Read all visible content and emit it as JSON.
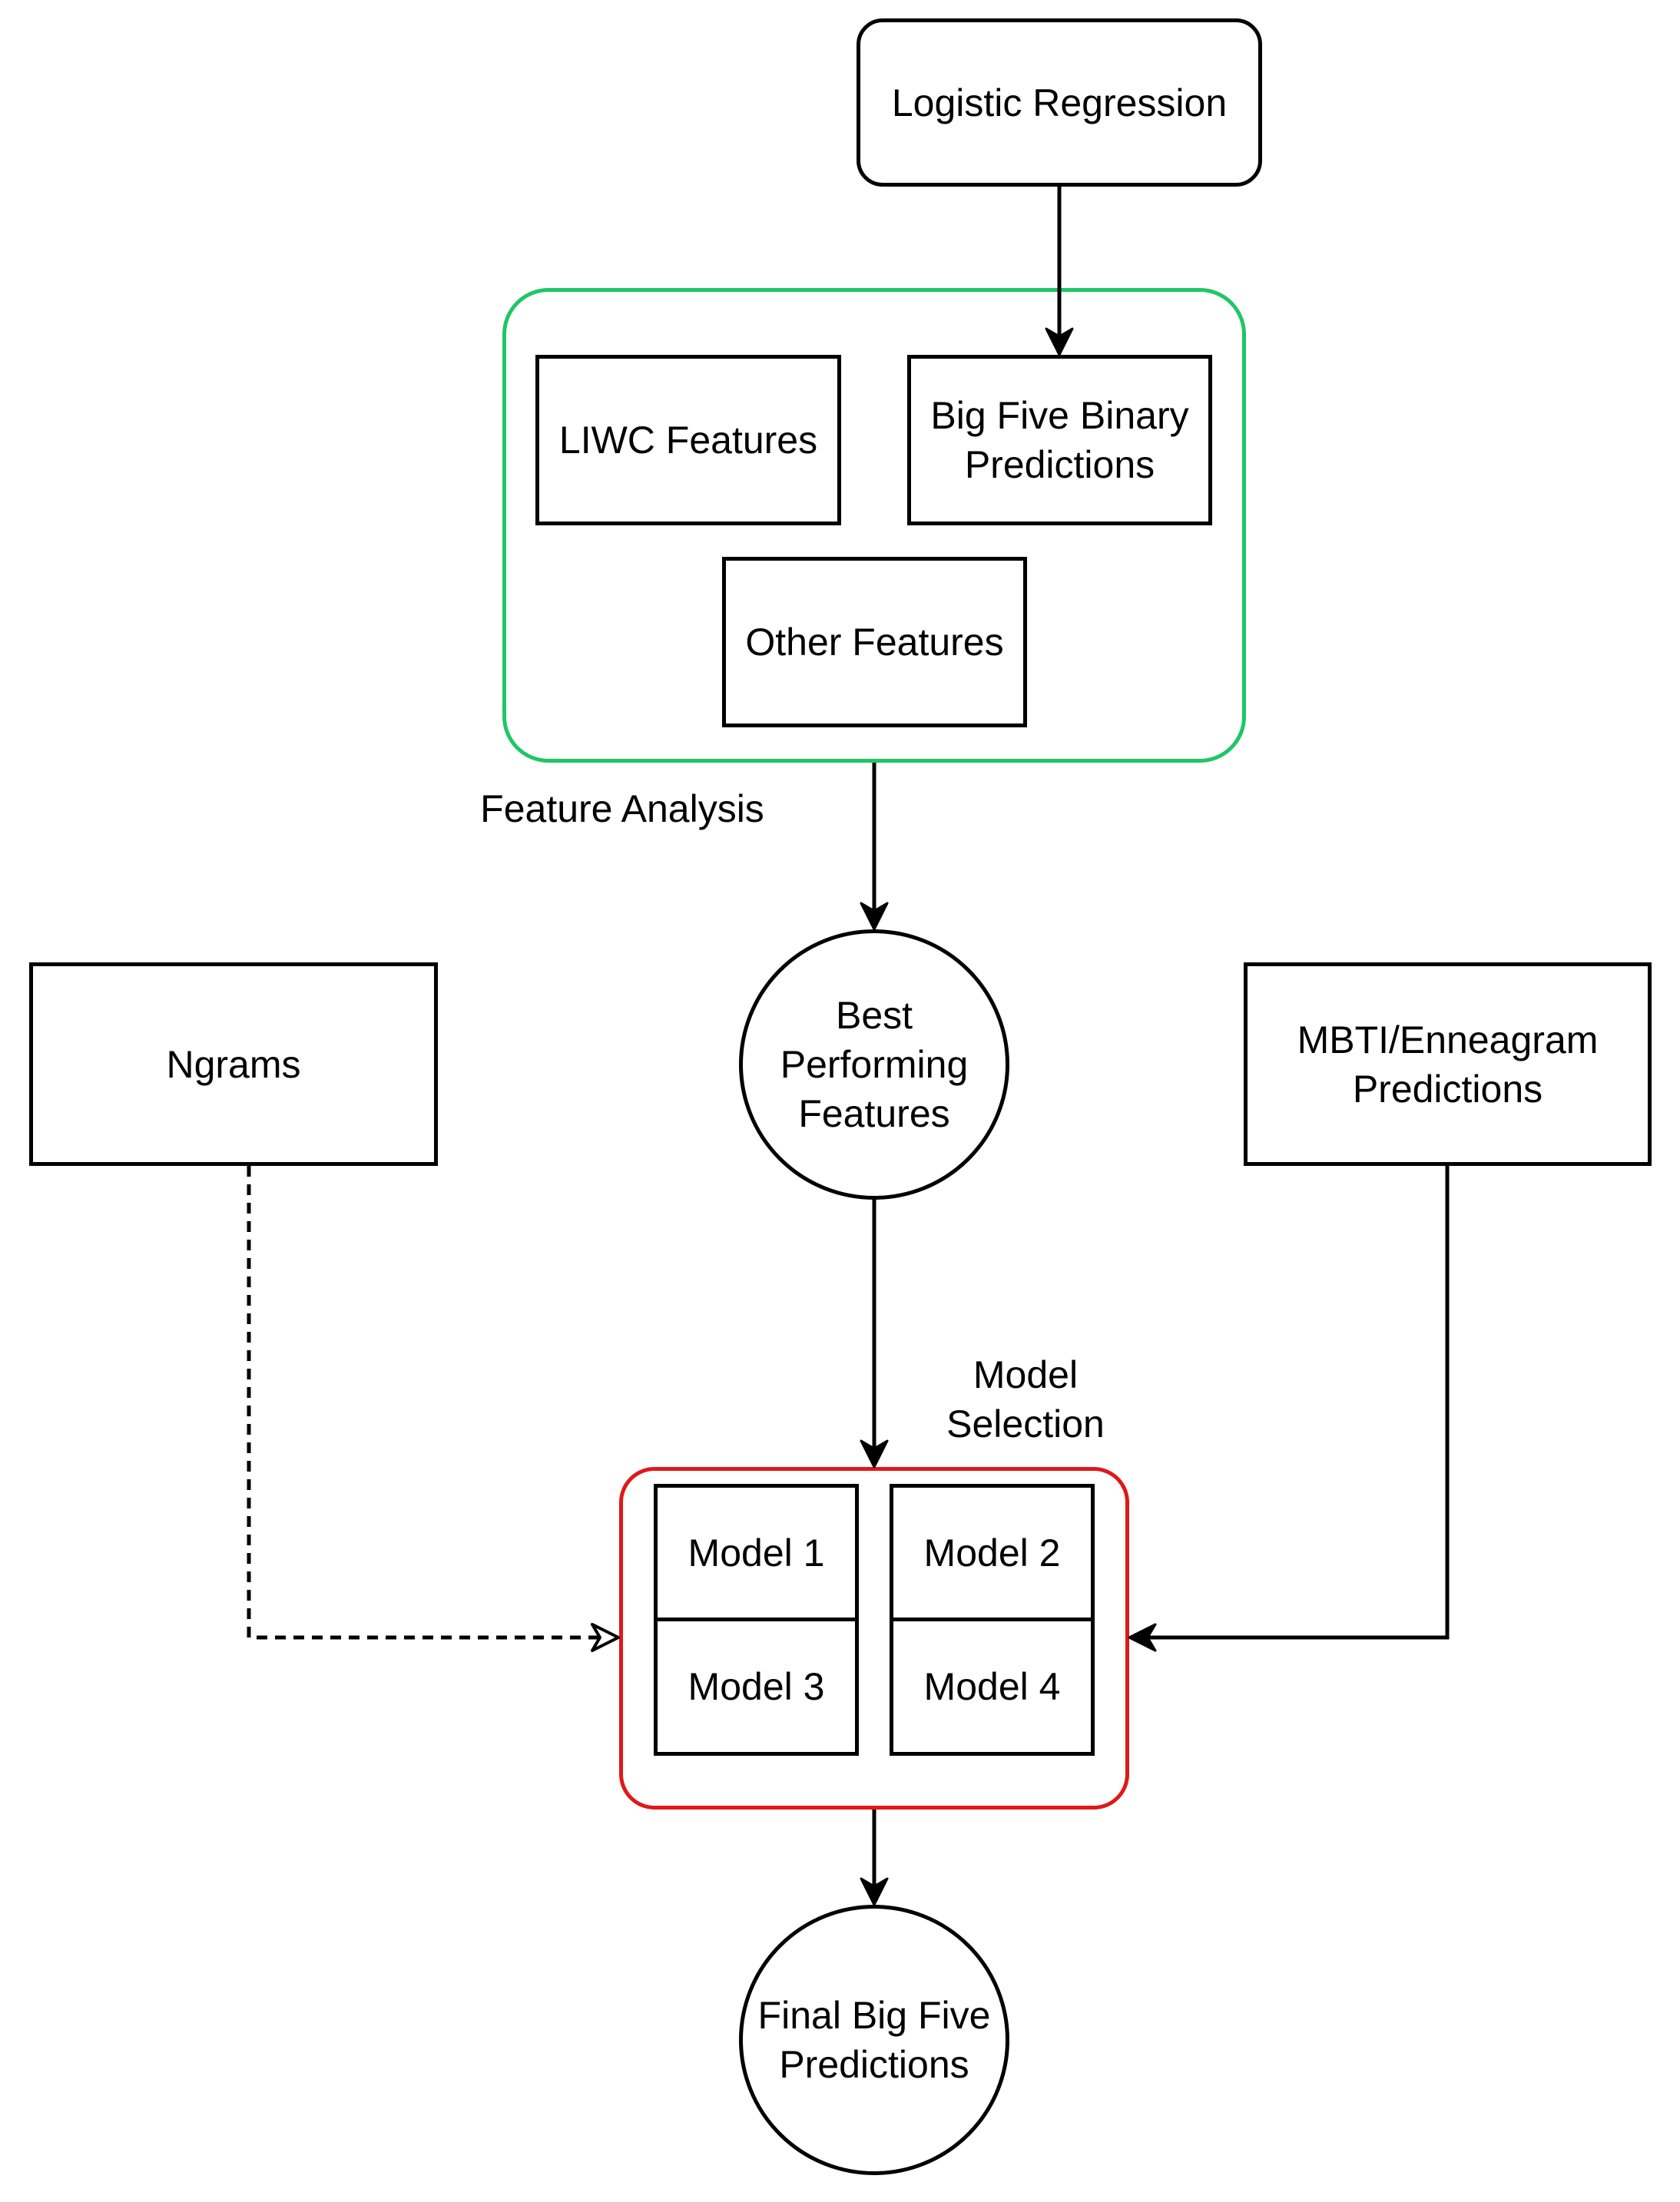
{
  "nodes": {
    "logistic_regression": "Logistic Regression",
    "liwc_features": "LIWC Features",
    "big_five_binary": "Big Five Binary\nPredictions",
    "other_features": "Other Features",
    "ngrams": "Ngrams",
    "best_performing": "Best\nPerforming\nFeatures",
    "mbti_enneagram": "MBTI/Enneagram\nPredictions",
    "model_1": "Model 1",
    "model_2": "Model 2",
    "model_3": "Model 3",
    "model_4": "Model 4",
    "final_predictions": "Final Big Five\nPredictions"
  },
  "labels": {
    "feature_analysis": "Feature Analysis",
    "model_selection": "Model\nSelection"
  },
  "colors": {
    "feature_group_border": "#1ec766",
    "model_group_border": "#e01818",
    "stroke": "#000000"
  },
  "edges": [
    {
      "from": "logistic_regression",
      "to": "big_five_binary",
      "style": "solid"
    },
    {
      "from": "feature_group",
      "to": "best_performing",
      "style": "solid"
    },
    {
      "from": "best_performing",
      "to": "model_group",
      "style": "solid"
    },
    {
      "from": "ngrams",
      "to": "model_group",
      "style": "dashed"
    },
    {
      "from": "mbti_enneagram",
      "to": "model_group",
      "style": "solid"
    },
    {
      "from": "model_group",
      "to": "final_predictions",
      "style": "solid"
    }
  ]
}
